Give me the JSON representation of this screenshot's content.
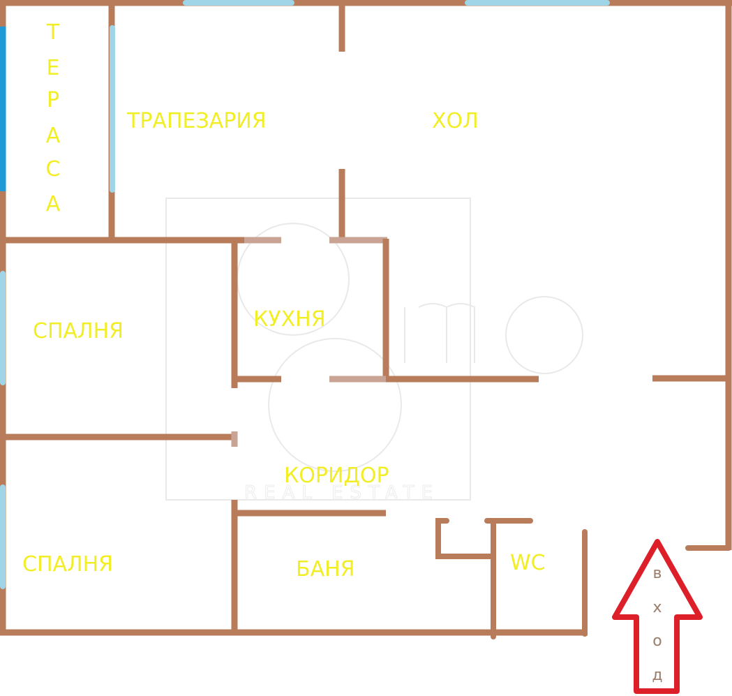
{
  "plan": {
    "type": "apartment-floor-plan",
    "colors": {
      "wall": "#b87c5a",
      "window_light": "#9fd5e6",
      "window_dark": "#1e9bd7",
      "room_label": "#f2ee26",
      "entry_arrow": "#dd1f2a",
      "entry_text": "#9a7d6a"
    },
    "rooms": {
      "terrace": {
        "label": "ТЕРАСА",
        "letters": [
          "Т",
          "Е",
          "Р",
          "А",
          "С",
          "А"
        ]
      },
      "dining": {
        "label": "ТРАПЕЗАРИЯ"
      },
      "living": {
        "label": "ХОЛ"
      },
      "kitchen": {
        "label": "КУХНЯ"
      },
      "bedroom_1": {
        "label": "СПАЛНЯ"
      },
      "bedroom_2": {
        "label": "СПАЛНЯ"
      },
      "corridor": {
        "label": "КОРИДОР"
      },
      "bathroom": {
        "label": "БАНЯ"
      },
      "wc": {
        "label": "WC"
      }
    },
    "entrance": {
      "label": "ВХОД",
      "letters": [
        "в",
        "х",
        "о",
        "д"
      ],
      "icon": "up-arrow-icon"
    },
    "watermark": {
      "brand": "imo",
      "subtitle": "REAL ESTATE"
    }
  }
}
